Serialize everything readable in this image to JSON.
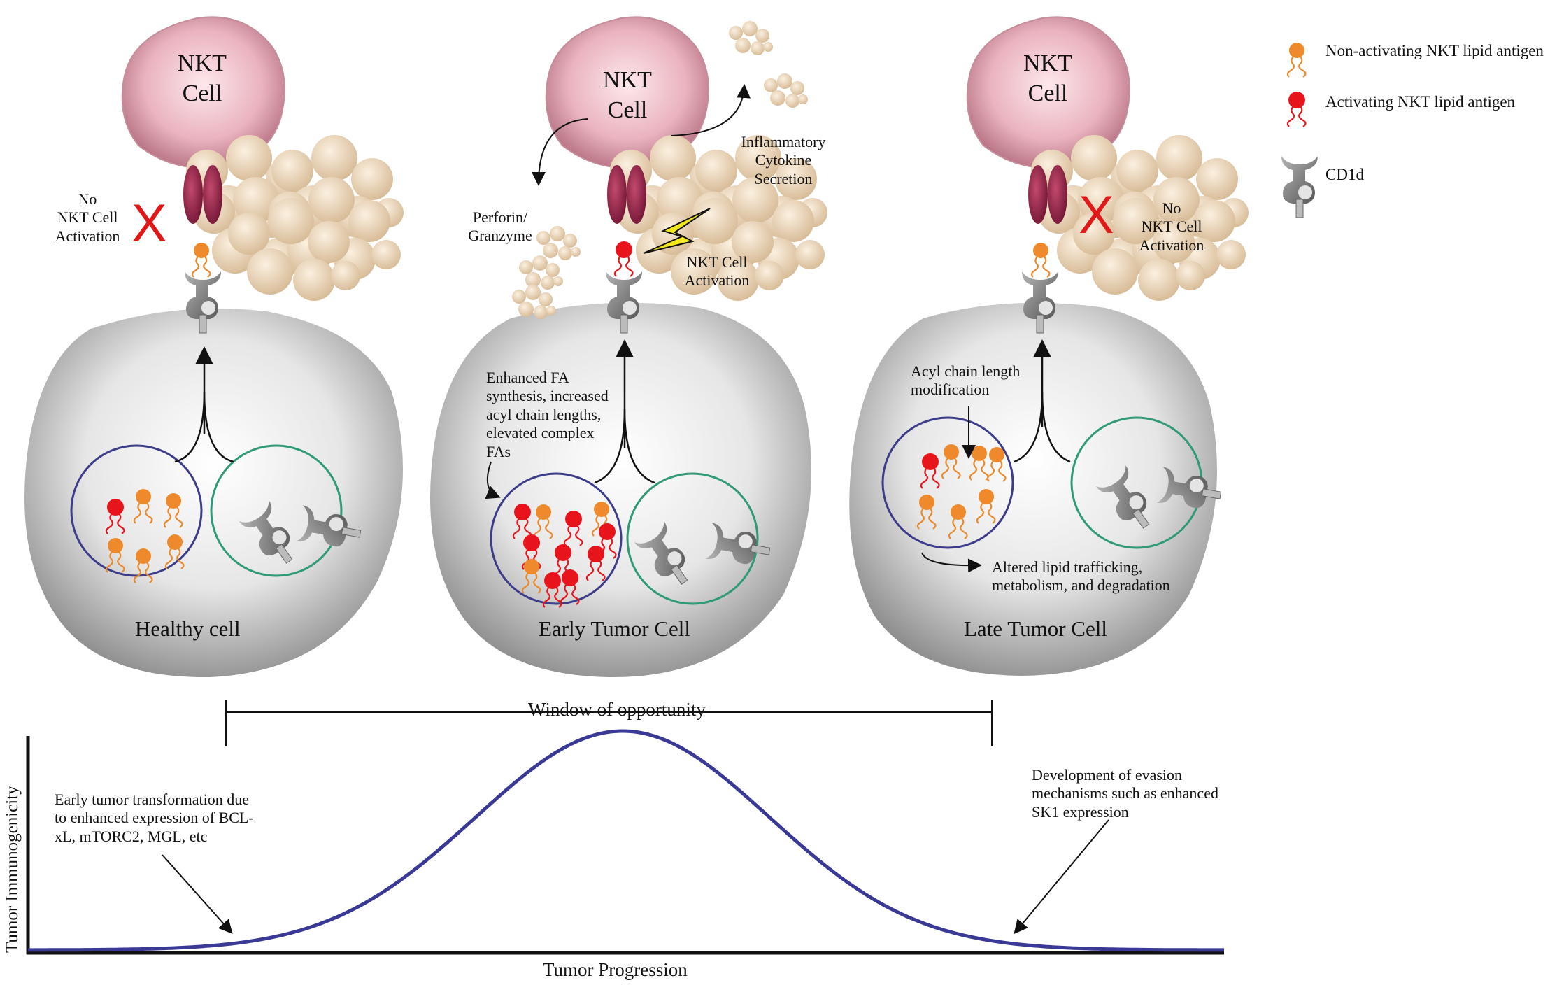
{
  "legend": {
    "non_activating": "Non-activating NKT lipid antigen",
    "activating": "Activating NKT lipid antigen",
    "cd1d": "CD1d",
    "colors": {
      "non_activating": "#ee8a2c",
      "activating": "#e8141c",
      "cd1d": "#8c8c8c"
    },
    "icons": [
      "orange-lipid-antigen-icon",
      "red-lipid-antigen-icon",
      "cd1d-molecule-icon"
    ]
  },
  "panels": {
    "healthy": {
      "nkt_label": "NKT\nCell",
      "status": "No\nNKT Cell\nActivation",
      "cell_label": "Healthy cell"
    },
    "early": {
      "nkt_label": "NKT\nCell",
      "cytokine_label": "Inflammatory\nCytokine\nSecretion",
      "perforin_label": "Perforin/\nGranzyme",
      "activation_label": "NKT Cell\nActivation",
      "fa_note": "Enhanced FA\nsynthesis, increased\nacyl chain lengths,\nelevated complex\nFAs",
      "cell_label": "Early Tumor Cell"
    },
    "late": {
      "nkt_label": "NKT\nCell",
      "status": "No\nNKT Cell\nActivation",
      "acyl_note": "Acyl chain length\nmodification",
      "trafficking_note": "Altered lipid trafficking,\nmetabolism, and degradation",
      "cell_label": "Late Tumor Cell"
    }
  },
  "graph": {
    "window_label": "Window of opportunity",
    "y_label": "Tumor Immunogenicity",
    "x_label": "Tumor Progression",
    "left_note": "Early tumor transformation due\nto enhanced expression of BCL-\nxL, mTORC2, MGL, etc",
    "right_note": "Development of evasion\nmechanisms such as enhanced\nSK1 expression",
    "curve_color": "#3a3a96"
  }
}
